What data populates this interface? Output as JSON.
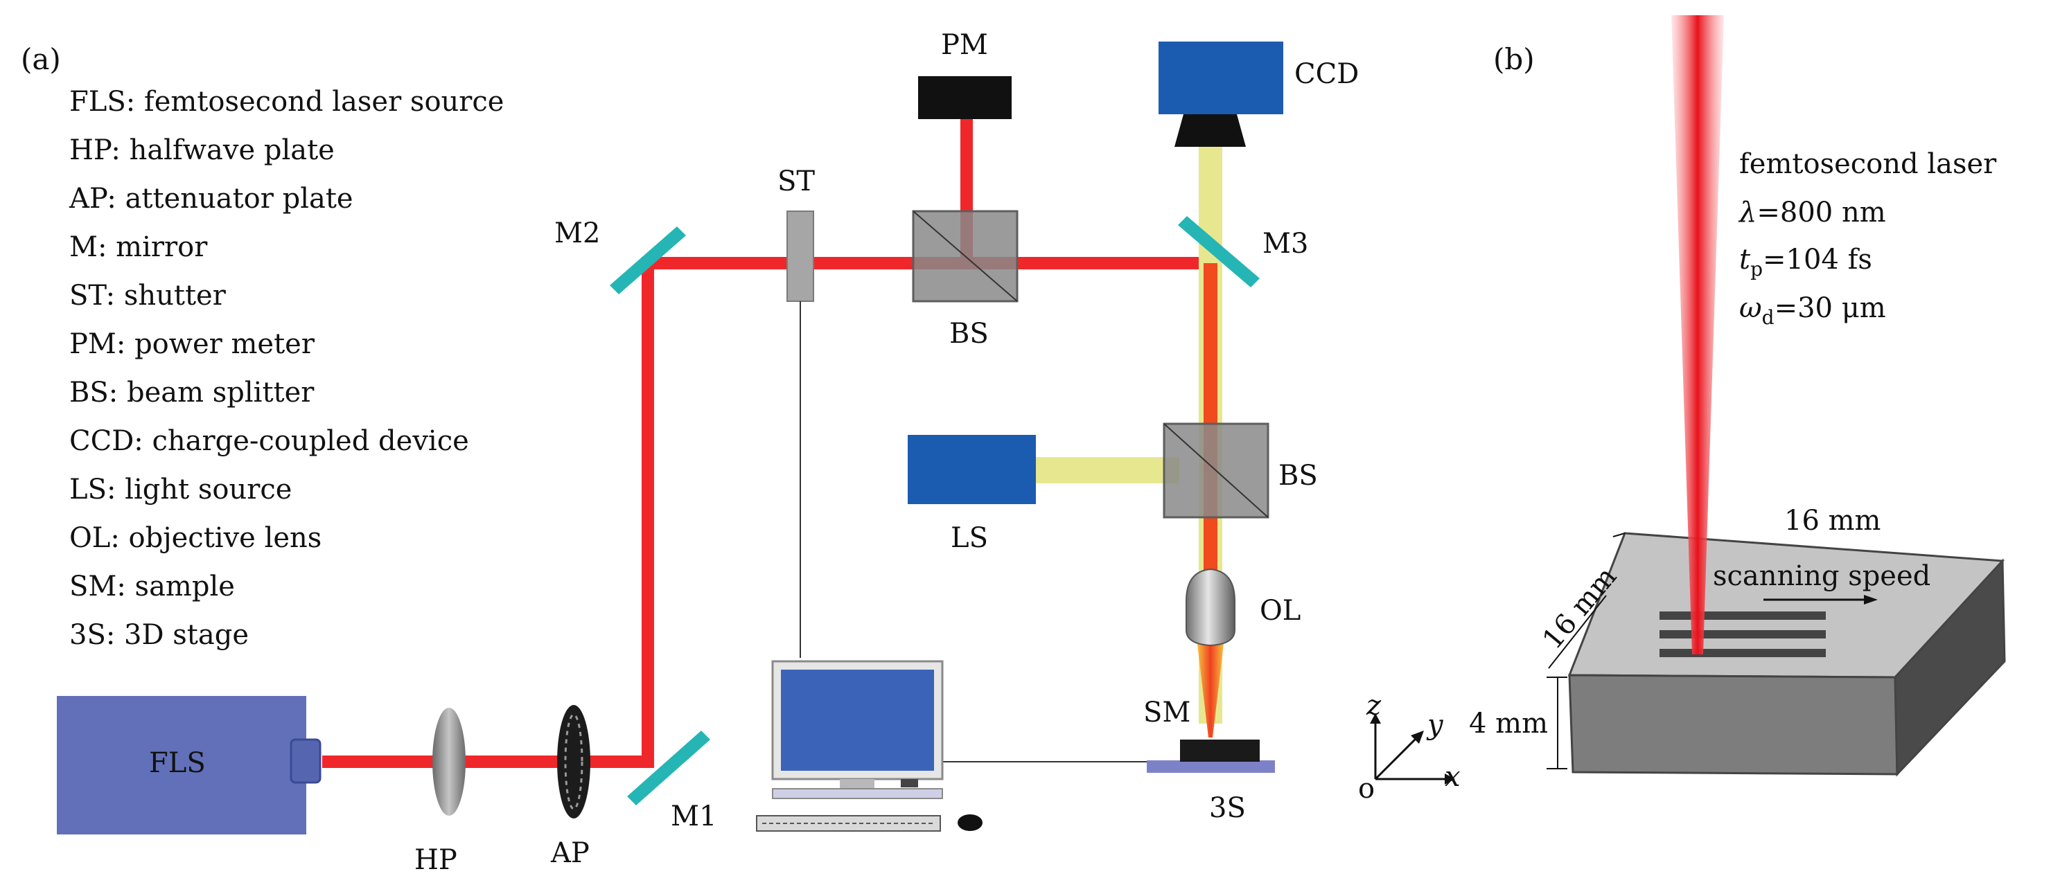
{
  "panel_a": {
    "panel_label": "(a)",
    "legend": [
      "FLS: femtosecond laser source",
      "HP: halfwave plate",
      "AP: attenuator plate",
      "M: mirror",
      "ST: shutter",
      "PM: power meter",
      "BS: beam splitter",
      "CCD: charge-coupled device",
      "LS: light source",
      "OL: objective lens",
      "SM: sample",
      "3S: 3D stage"
    ],
    "components": {
      "fls": "FLS",
      "hp": "HP",
      "ap": "AP",
      "m1": "M1",
      "m2": "M2",
      "m3": "M3",
      "st": "ST",
      "pm": "PM",
      "bs_top": "BS",
      "bs_mid": "BS",
      "ccd": "CCD",
      "ls": "LS",
      "ol": "OL",
      "sm": "SM",
      "stage": "3S"
    },
    "axes": {
      "z": "z",
      "y": "y",
      "x": "x",
      "origin": "o"
    }
  },
  "panel_b": {
    "panel_label": "(b)",
    "laser_params": {
      "title": "femtosecond laser",
      "wavelength_symbol": "λ",
      "wavelength_value": "=800 nm",
      "pulse_symbol": "t",
      "pulse_sub": "p",
      "pulse_value": "=104 fs",
      "waist_symbol": "ω",
      "waist_sub": "d",
      "waist_value": "=30 μm"
    },
    "dimensions": {
      "length": "16 mm",
      "width": "16 mm",
      "height": "4 mm"
    },
    "scan_label": "scanning speed"
  },
  "colors": {
    "laser_red": "#f0272a",
    "probe_yellow": "#e7e78f",
    "fls_blue": "#6170b8",
    "device_blue": "#1c5cb0",
    "mirror_cyan": "#25b5b5",
    "cube_gray": "#8a8a8a",
    "stage_violet": "#7d82c8"
  }
}
